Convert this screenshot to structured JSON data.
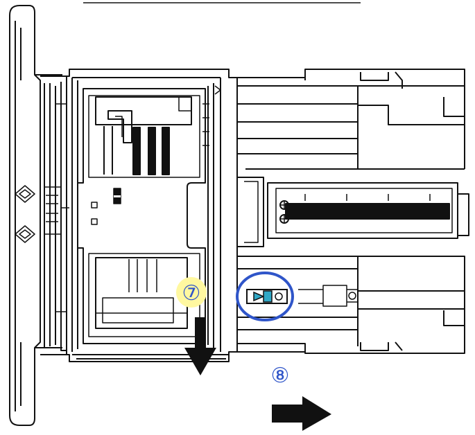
{
  "diagram": {
    "step7": {
      "label": "⑦",
      "color": "#2f55c9",
      "highlight": "#fff8a0",
      "arrow_direction": "down"
    },
    "step8": {
      "label": "⑧",
      "color": "#2f55c9",
      "arrow_direction": "right"
    },
    "lock_lever_marker": {
      "shape": "circle",
      "color": "#2f55c9"
    },
    "lever_tab_color": "#30a8c6",
    "line_color": "#111111"
  }
}
